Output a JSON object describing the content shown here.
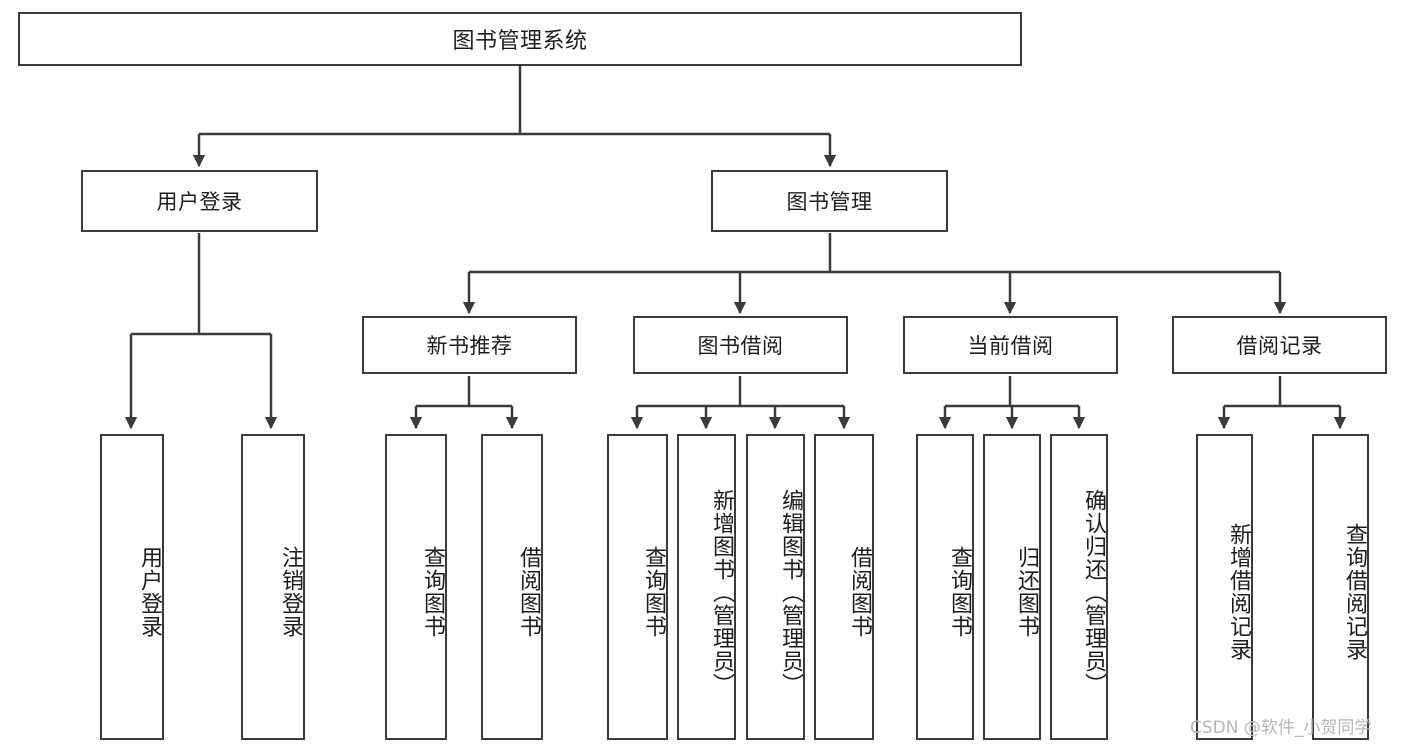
{
  "diagram": {
    "title": "图书管理系统",
    "type": "tree-hierarchy-diagram",
    "colors": {
      "box_border": "#3a3a3a",
      "box_fill": "#ffffff",
      "line": "#3a3a3a",
      "text": "#1d1d1d",
      "watermark": "#b6b6b6",
      "background": "#ffffff"
    },
    "root": {
      "label": "图书管理系统"
    },
    "level2": [
      {
        "label": "用户登录"
      },
      {
        "label": "图书管理"
      }
    ],
    "level3": [
      {
        "label": "新书推荐"
      },
      {
        "label": "图书借阅"
      },
      {
        "label": "当前借阅"
      },
      {
        "label": "借阅记录"
      }
    ],
    "leaves": {
      "user_login": [
        {
          "label": "用户登录"
        },
        {
          "label": "注销登录"
        }
      ],
      "new_book_recommend": [
        {
          "label": "查询图书"
        },
        {
          "label": "借阅图书"
        }
      ],
      "book_borrow": [
        {
          "label": "查询图书"
        },
        {
          "label": "新增图书（管理员）"
        },
        {
          "label": "编辑图书（管理员）"
        },
        {
          "label": "借阅图书"
        }
      ],
      "current_borrow": [
        {
          "label": "查询图书"
        },
        {
          "label": "归还图书"
        },
        {
          "label": "确认归还（管理员）"
        }
      ],
      "borrow_record": [
        {
          "label": "新增借阅记录"
        },
        {
          "label": "查询借阅记录"
        }
      ]
    },
    "watermark": "CSDN @软件_小贺同学"
  }
}
